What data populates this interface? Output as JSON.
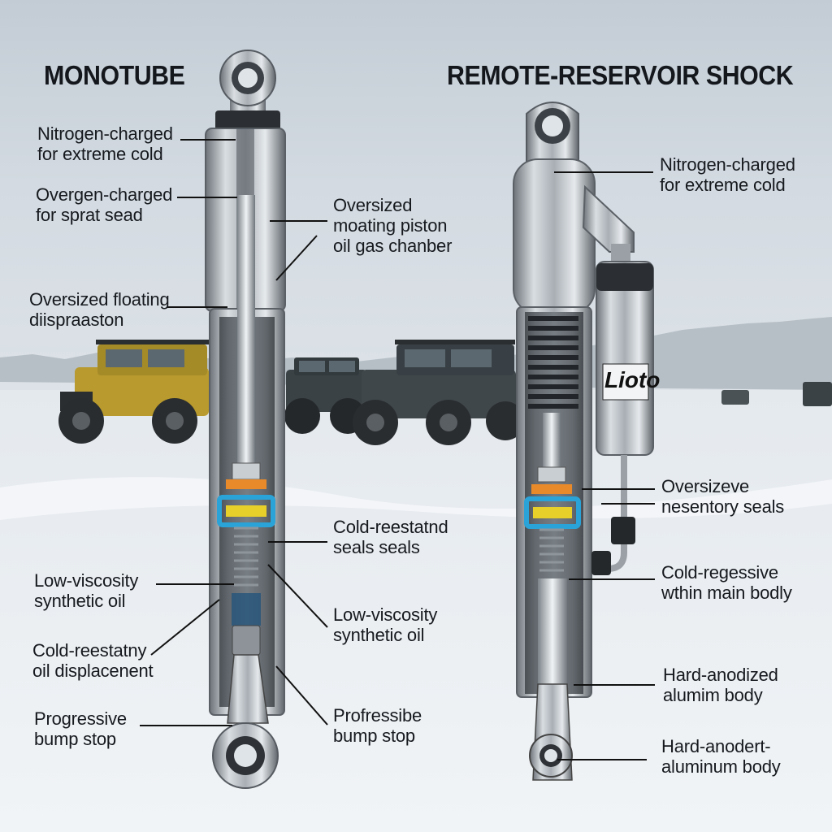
{
  "monotube": {
    "title": "MONOTUBE",
    "labels_left": [
      [
        "Nitrogen-charged",
        "for extreme cold"
      ],
      [
        "Overgen-charged",
        "for sprat sead"
      ],
      [
        "Oversized floating",
        "diispraaston"
      ],
      [
        "Low-viscosity",
        "synthetic oil"
      ],
      [
        "Cold-reestatny",
        "oil displacenent"
      ],
      [
        "Progressive",
        "bump stop"
      ]
    ],
    "labels_right": [
      [
        "Oversized",
        "moating piston",
        "oil gas chanber"
      ],
      [
        "Cold-reestatnd",
        "seals seals"
      ],
      [
        "Low-viscosity",
        "synthetic oil"
      ],
      [
        "Profressibe",
        "bump stop"
      ]
    ]
  },
  "remote_reservoir": {
    "title": "REMOTE-RESERVOIR SHOCK",
    "labels": [
      [
        "Nitrogen-charged",
        "for extreme cold"
      ],
      [
        "Oversizeve",
        "nesentory seals"
      ],
      [
        "Cold-regessive",
        "wthin main bodly"
      ],
      [
        "Hard-anodized",
        "alumim body"
      ],
      [
        "Hard-anodert-",
        "aluminum body"
      ]
    ],
    "brand_logo": "Lioto"
  },
  "colors": {
    "sky": "#c9d2da",
    "snow": "#e9eef2",
    "label_text": "#161a1f",
    "orange_seal": "#e88a2a",
    "blue_seal": "#2aa3d8",
    "yellow_seal": "#e8d02a",
    "yellow_vehicle": "#b89a2e",
    "dark_vehicle": "#3a4246"
  }
}
